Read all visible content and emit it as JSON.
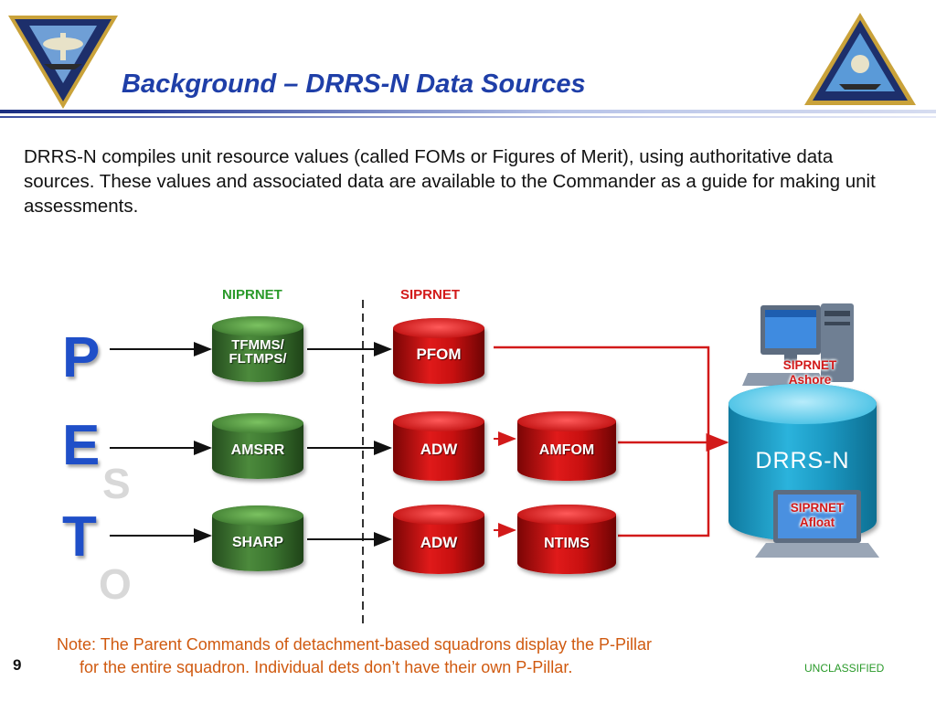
{
  "header": {
    "title": "Background – DRRS-N Data Sources",
    "left_logo_icon": "naval-air-force-atlantic-emblem",
    "right_logo_icon": "naval-air-force-pacific-emblem"
  },
  "intro_text": "DRRS-N compiles unit resource values (called FOMs or Figures of Merit), using authoritative data sources. These values and associated data are available to the Commander as a guide for making unit assessments.",
  "diagram": {
    "network_left": "NIPRNET",
    "network_right": "SIPRNET",
    "pillars": [
      "P",
      "E",
      "S",
      "T",
      "O"
    ],
    "rows": [
      {
        "pillar": "P",
        "niprnet_source": [
          "TFMMS/",
          "FLTMPS/"
        ],
        "siprnet_db": "PFOM",
        "fom": ""
      },
      {
        "pillar": "E",
        "niprnet_source": [
          "AMSRR"
        ],
        "siprnet_db": "ADW",
        "fom": "AMFOM"
      },
      {
        "pillar": "T",
        "niprnet_source": [
          "SHARP"
        ],
        "siprnet_db": "ADW",
        "fom": "NTIMS"
      }
    ],
    "destination": "DRRS-N",
    "ashore_label": [
      "SIPRNET",
      "Ashore"
    ],
    "afloat_label": [
      "SIPRNET",
      "Afloat"
    ],
    "colors": {
      "green_db": "#3c7630",
      "red_db": "#c81010",
      "drrs_db": "#1c9ac4",
      "pillar_letters": "#1f4fc8"
    }
  },
  "note": {
    "line1": "Note: The Parent Commands of detachment-based squadrons display the P-Pillar",
    "line2": "for the entire squadron. Individual dets don’t have their own P-Pillar."
  },
  "footer": {
    "page_number": "9",
    "classification": "UNCLASSIFIED"
  }
}
